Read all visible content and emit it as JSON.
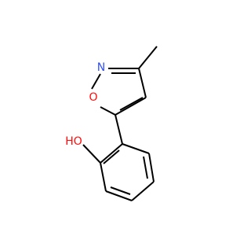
{
  "molecule": {
    "atoms": {
      "nitrogen": {
        "symbol": "N",
        "color": "#3050F8"
      },
      "oxygen_ring": {
        "symbol": "O",
        "color": "#FF0D0D"
      },
      "hydroxyl": {
        "symbol": "HO",
        "color": "#FF0D0D"
      }
    },
    "bond_color": "#000000"
  }
}
